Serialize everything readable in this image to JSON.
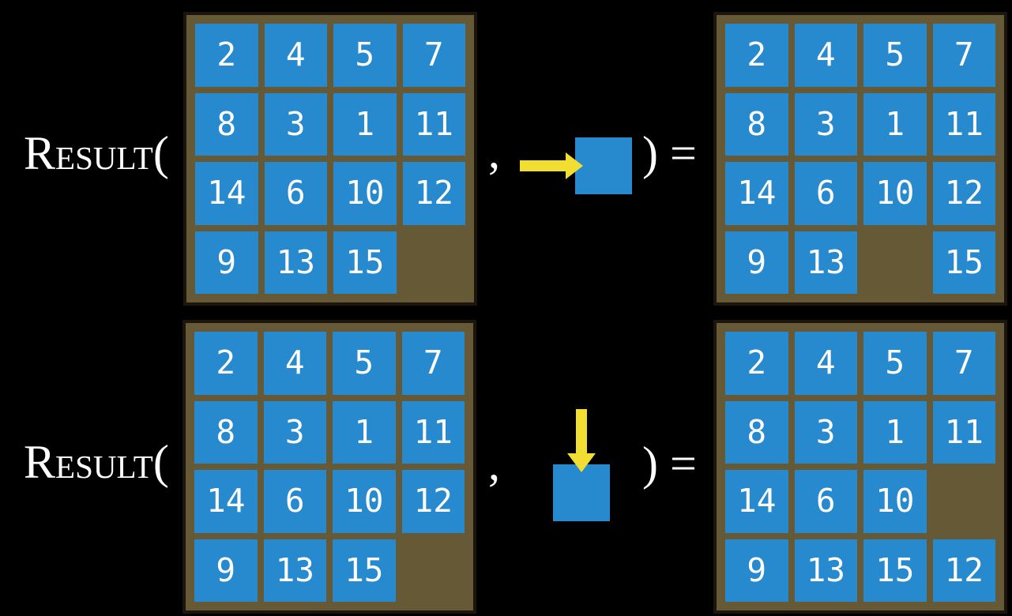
{
  "colors": {
    "canvas_background": "#000000",
    "tile_blue": "#2789CE",
    "board_brown": "#665936",
    "board_border": "#1B150E",
    "arrow_yellow": "#F2DE30",
    "text_white": "#FFFFFF"
  },
  "function": {
    "name_cap": "R",
    "name_rest": "ESULT",
    "open_paren": "(",
    "comma": ",",
    "close": ") ="
  },
  "examples": [
    {
      "action": "move-right",
      "input_board": [
        [
          2,
          4,
          5,
          7
        ],
        [
          8,
          3,
          1,
          11
        ],
        [
          14,
          6,
          10,
          12
        ],
        [
          9,
          13,
          15,
          null
        ]
      ],
      "output_board": [
        [
          2,
          4,
          5,
          7
        ],
        [
          8,
          3,
          1,
          11
        ],
        [
          14,
          6,
          10,
          12
        ],
        [
          9,
          13,
          null,
          15
        ]
      ]
    },
    {
      "action": "move-down",
      "input_board": [
        [
          2,
          4,
          5,
          7
        ],
        [
          8,
          3,
          1,
          11
        ],
        [
          14,
          6,
          10,
          12
        ],
        [
          9,
          13,
          15,
          null
        ]
      ],
      "output_board": [
        [
          2,
          4,
          5,
          7
        ],
        [
          8,
          3,
          1,
          11
        ],
        [
          14,
          6,
          10,
          null
        ],
        [
          9,
          13,
          15,
          12
        ]
      ]
    }
  ]
}
